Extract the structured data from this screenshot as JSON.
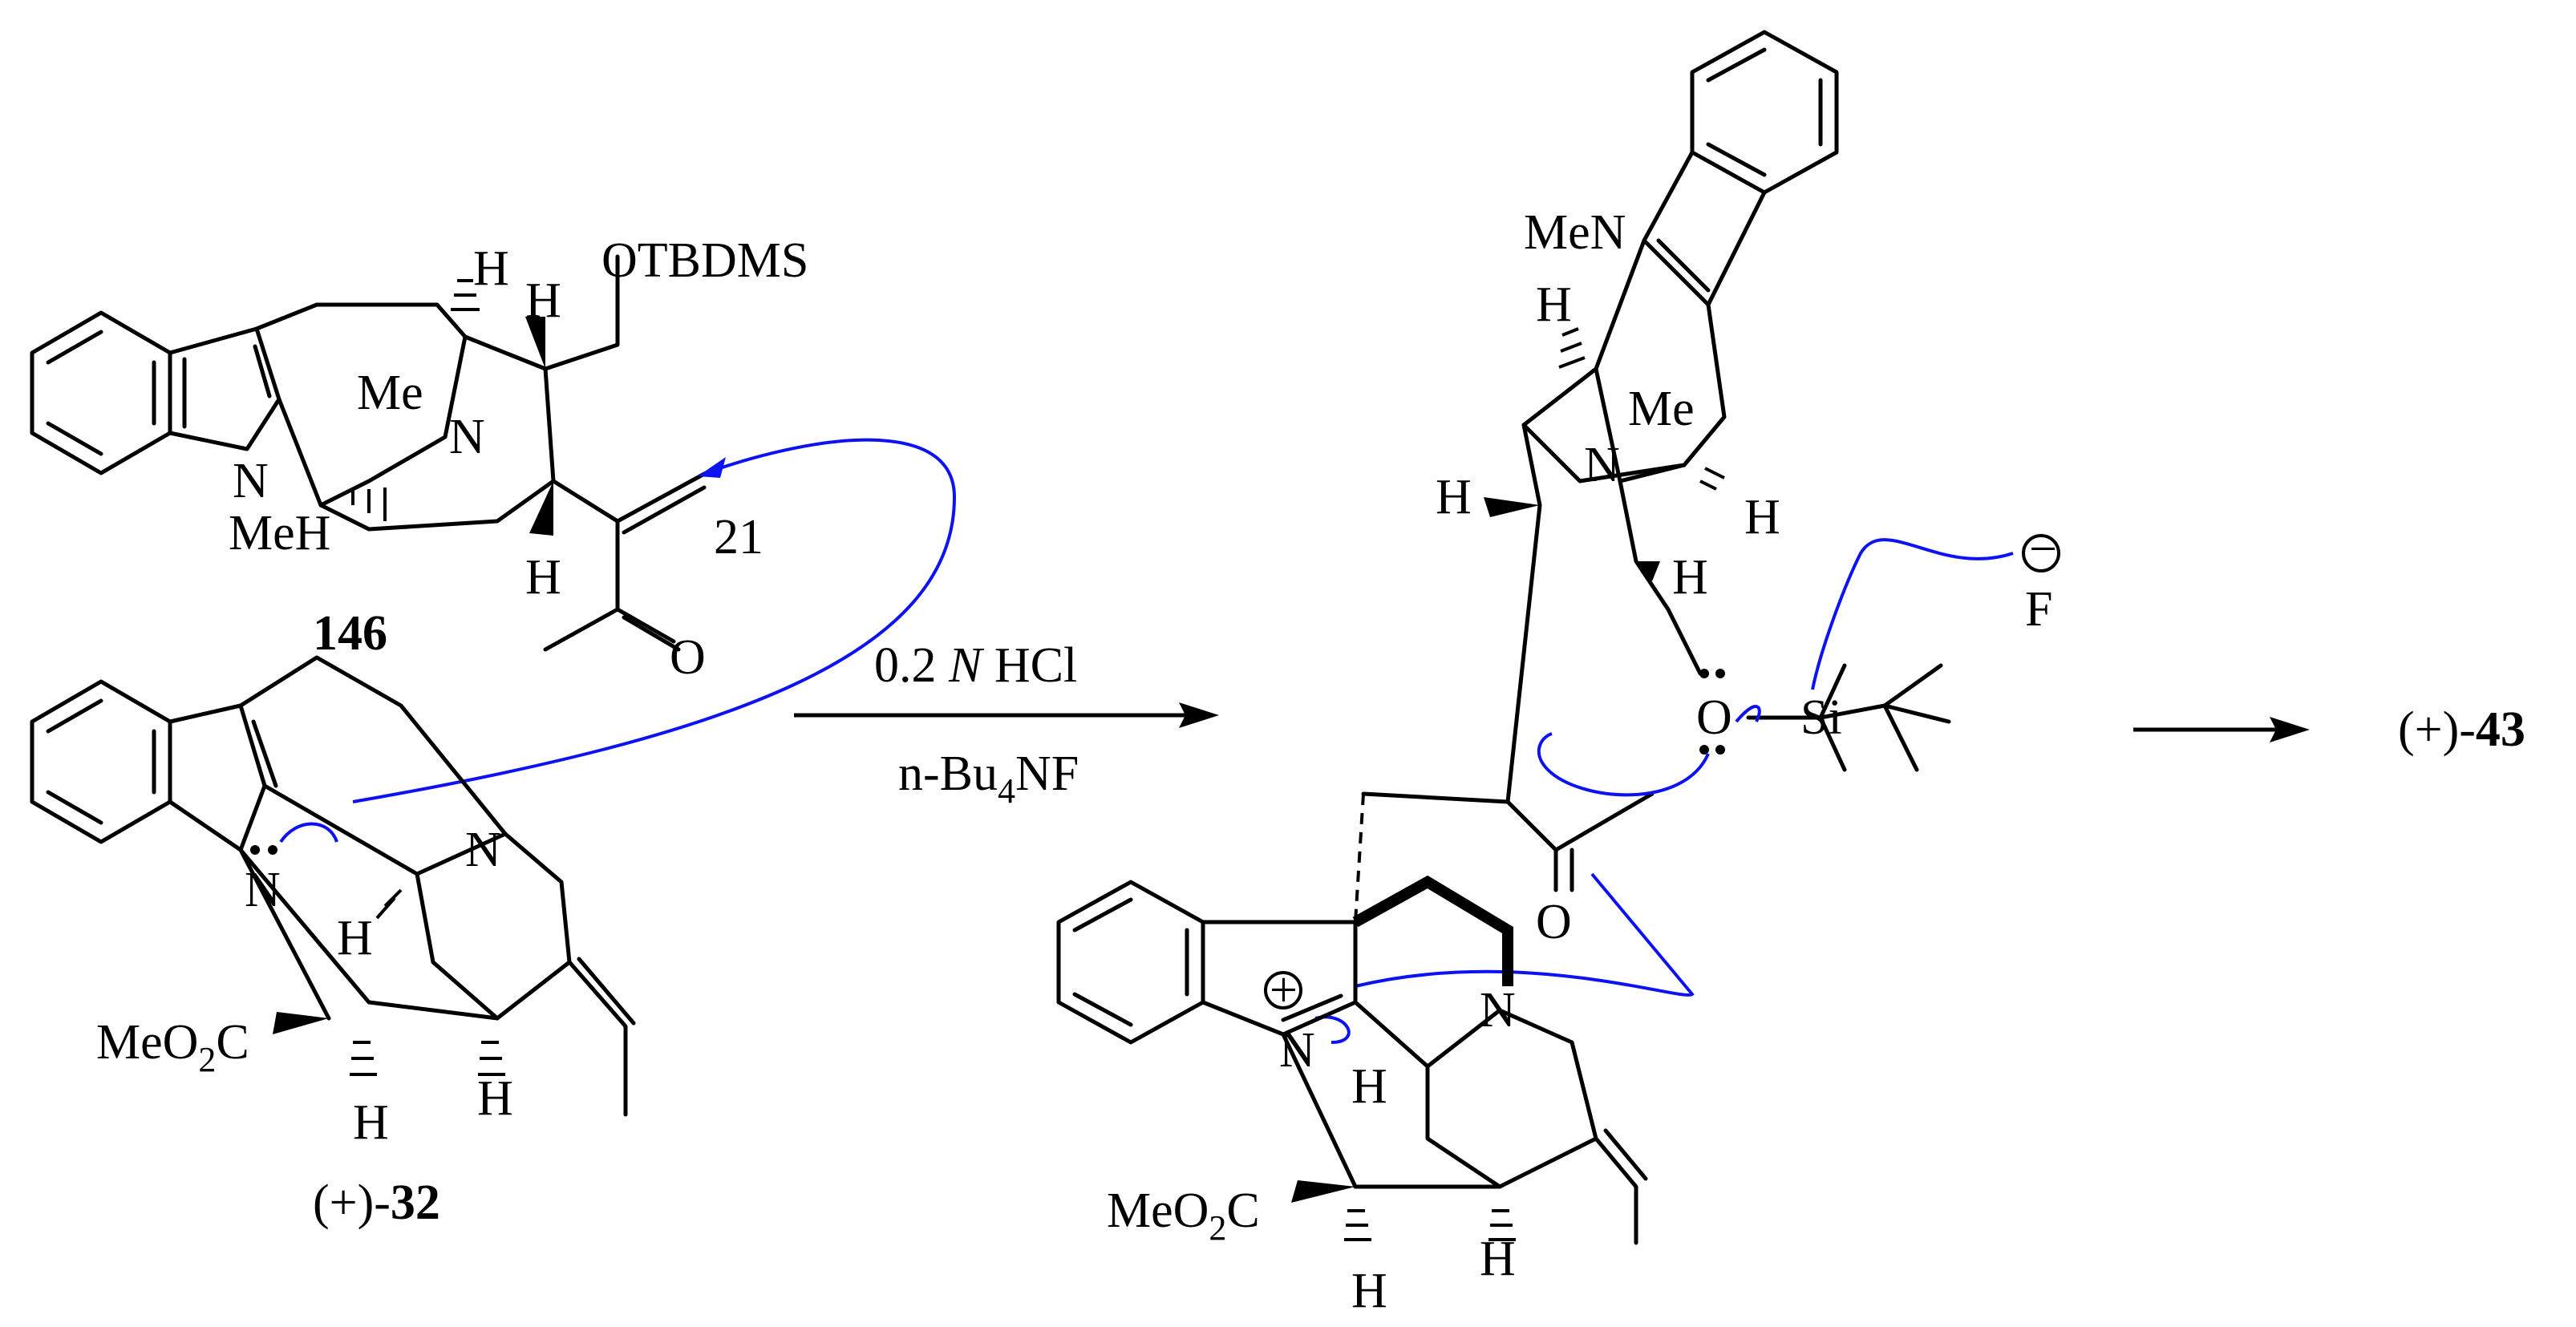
{
  "scheme": {
    "reagent_1": "0.2",
    "reagent_1_unit": "N",
    "reagent_1_acid": "HCl",
    "reagent_2_prefix": "n-Bu",
    "reagent_2_sub": "4",
    "reagent_2_suffix": "NF",
    "product": {
      "prefix": "(+)-",
      "number": "43"
    }
  },
  "compound_146": {
    "number": "146",
    "otbdms": "OTBDMS",
    "h_top": "H",
    "h_right": "H",
    "h_bottom": "H",
    "n_me": "Me",
    "n_bridge": "N",
    "n_indole": "N",
    "n_indole_me": "MeH",
    "c21": "21",
    "o": "O"
  },
  "compound_32": {
    "prefix": "(+)-",
    "number": "32",
    "n_indole": "N",
    "n_amine": "N",
    "h1": "H",
    "h2": "H",
    "h3": "H",
    "ester": "MeO",
    "ester_sub": "2",
    "ester_c": "C"
  },
  "intermediate": {
    "men": "MeN",
    "h_a": "H",
    "h_b": "H",
    "h_c": "H",
    "h_d": "H",
    "n_me": "Me",
    "n_bridge": "N",
    "o_silyl": "O",
    "si": "Si",
    "fluoride": "F",
    "minus": "−",
    "o_ketone": "O",
    "plus": "+",
    "n_iminium": "N",
    "n_amine": "N",
    "h_e": "H",
    "h_f": "H",
    "h_g": "H",
    "ester": "MeO",
    "ester_sub": "2",
    "ester_c": "C"
  },
  "colors": {
    "arrows": "#0c12f2",
    "ink": "#000000"
  }
}
